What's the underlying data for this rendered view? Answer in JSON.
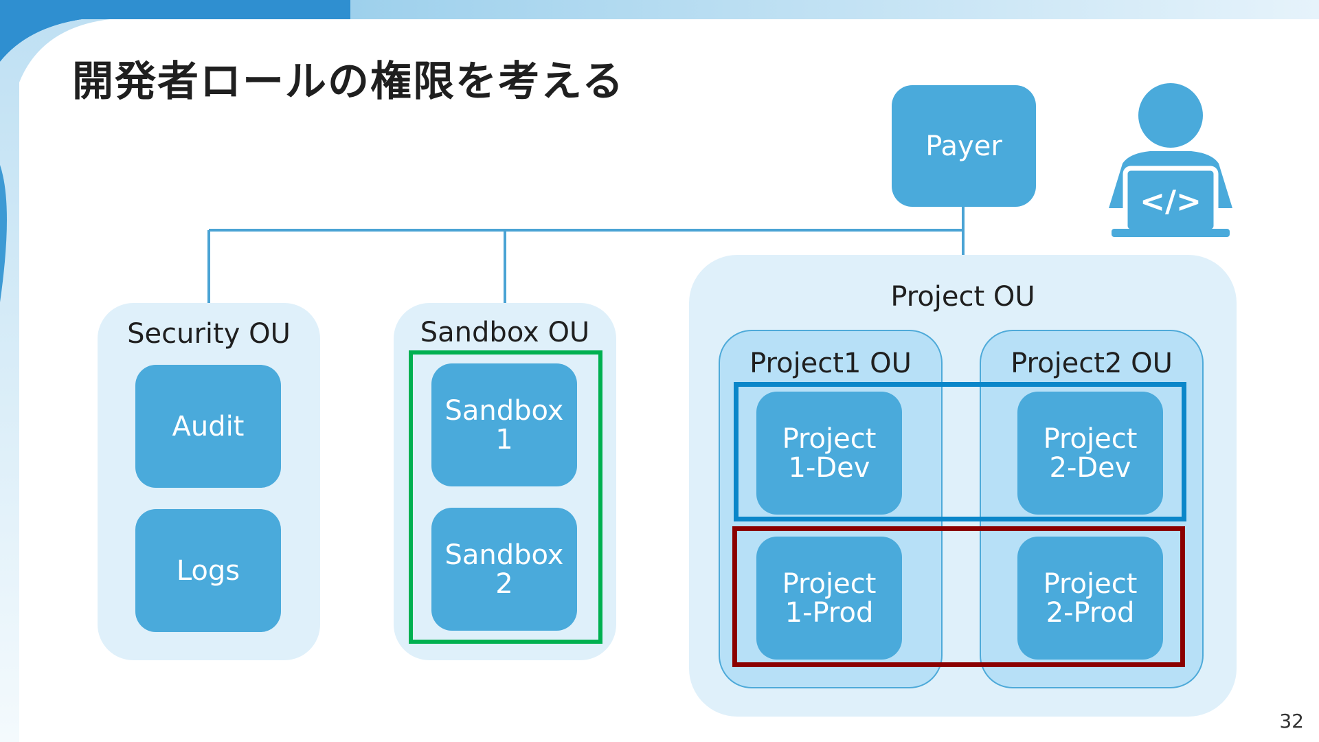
{
  "slide": {
    "title": "開発者ロールの権限を考える",
    "page_number": "32"
  },
  "diagram": {
    "payer": {
      "label": "Payer"
    },
    "security_ou": {
      "label": "Security OU",
      "accounts": [
        "Audit",
        "Logs"
      ]
    },
    "sandbox_ou": {
      "label": "Sandbox OU",
      "accounts": [
        "Sandbox\n1",
        "Sandbox\n2"
      ]
    },
    "project_ou": {
      "label": "Project OU",
      "project1": {
        "label": "Project1 OU",
        "dev": "Project\n1-Dev",
        "prod": "Project\n1-Prod"
      },
      "project2": {
        "label": "Project2 OU",
        "dev": "Project\n2-Dev",
        "prod": "Project\n2-Prod"
      }
    }
  },
  "icons": {
    "developer": "developer-laptop-icon"
  },
  "colors": {
    "account_fill": "#4aaadb",
    "ou_fill": "#dff0fa",
    "sub_ou_fill": "#b7e0f7",
    "connector": "#4aa3d4",
    "sandbox_highlight": "#00b050",
    "dev_highlight": "#0a86c9",
    "prod_highlight": "#8b0000"
  }
}
